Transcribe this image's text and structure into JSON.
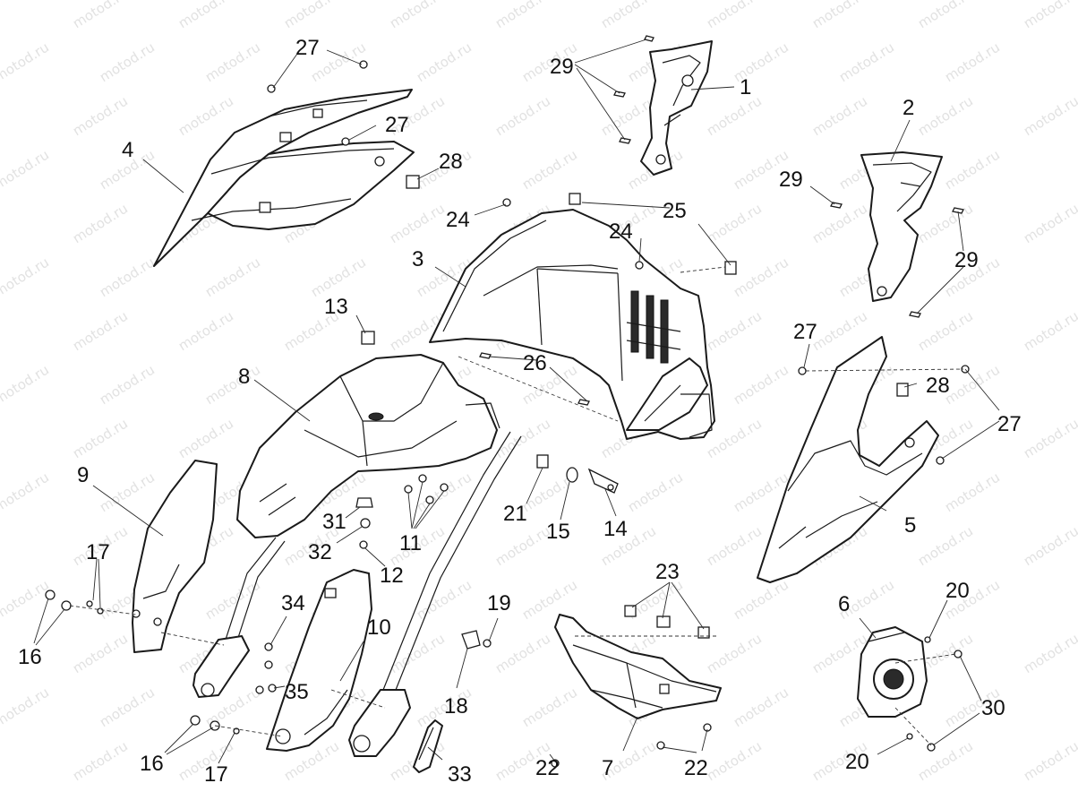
{
  "watermark": "motod.ru",
  "colors": {
    "line": "#1a1a1a",
    "watermark": "#e2e2e2",
    "background": "#ffffff"
  },
  "callouts": {
    "c1": "1",
    "c2": "2",
    "c3": "3",
    "c4": "4",
    "c5": "5",
    "c6": "6",
    "c7": "7",
    "c8": "8",
    "c9": "9",
    "c10": "10",
    "c11": "11",
    "c12": "12",
    "c13": "13",
    "c14": "14",
    "c15": "15",
    "c16a": "16",
    "c16b": "16",
    "c17a": "17",
    "c17b": "17",
    "c18": "18",
    "c19": "19",
    "c20a": "20",
    "c20b": "20",
    "c21": "21",
    "c22a": "22",
    "c22b": "22",
    "c23": "23",
    "c24a": "24",
    "c24b": "24",
    "c25": "25",
    "c26": "26",
    "c27a": "27",
    "c27b": "27",
    "c27c": "27",
    "c27d": "27",
    "c28a": "28",
    "c28b": "28",
    "c29a": "29",
    "c29b": "29",
    "c29c": "29",
    "c30": "30",
    "c31": "31",
    "c32": "32",
    "c33": "33",
    "c34": "34",
    "c35": "35"
  }
}
